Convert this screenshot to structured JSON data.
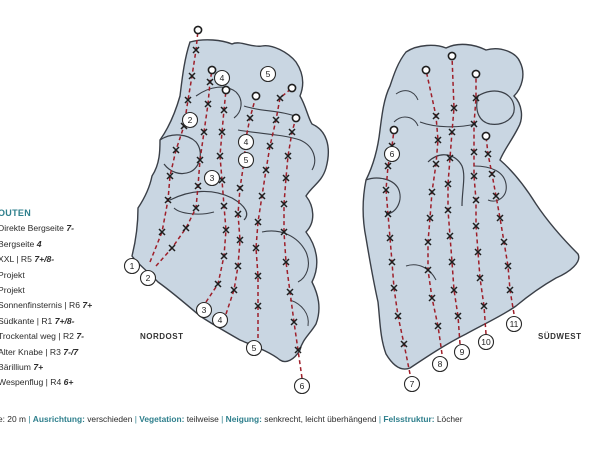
{
  "legend": {
    "heading": "OUTEN",
    "routes": [
      {
        "name": "Direkte Bergseite ",
        "grade": "7-"
      },
      {
        "name": "Bergseite ",
        "grade": "4"
      },
      {
        "name": "XXL | R5 ",
        "grade": "7+/8-"
      },
      {
        "name": "Projekt",
        "grade": ""
      },
      {
        "name": "Projekt",
        "grade": ""
      },
      {
        "name": "Sonnenfinsternis | R6 ",
        "grade": "7+"
      },
      {
        "name": "Südkante | R1 ",
        "grade": "7+/8-"
      },
      {
        "name": "Trockental weg | R2 ",
        "grade": "7-"
      },
      {
        "name": "Alter Knabe | R3 ",
        "grade": "7-/7"
      },
      {
        "name": "Bärillium ",
        "grade": "7+"
      },
      {
        "name": "Wespenflug | R4 ",
        "grade": "6+"
      }
    ]
  },
  "walls": {
    "left": "NORDOST",
    "right": "SÜDWEST"
  },
  "footer": {
    "height_frag": "e: 20 m",
    "orientation_label": "Ausrichtung:",
    "orientation": "verschieden",
    "vegetation_label": "Vegetation:",
    "vegetation": "teilweise",
    "inclination_label": "Neigung:",
    "inclination": "senkrecht, leicht überhängend",
    "structure_label": "Felsstruktur:",
    "structure": "Löcher"
  },
  "route_markers": {
    "nordost_bottom": [
      "1",
      "2",
      "3",
      "4",
      "5",
      "6"
    ],
    "nordost_face": [
      "4",
      "5",
      "2",
      "4",
      "5",
      "3"
    ],
    "suedwest_bottom": [
      "7",
      "8",
      "9",
      "10",
      "11"
    ],
    "suedwest_face": [
      "6"
    ]
  },
  "colors": {
    "rock": "#c9d6e2",
    "outline": "#3a3f47",
    "route": "#9e1f2a",
    "accent": "#2e7f8c"
  }
}
